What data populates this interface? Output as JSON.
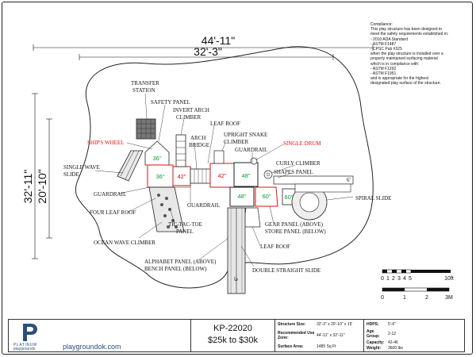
{
  "dimensions": {
    "overall_width": "44'-11\"",
    "structure_width": "32'-3\"",
    "overall_depth": "32'-11\"",
    "structure_depth": "20'-10\""
  },
  "labels": {
    "transfer_station": [
      "TRANSFER",
      "STATION"
    ],
    "safety_panel": "SAFETY PANEL",
    "invert_arch_climber": [
      "INVERT ARCH",
      "CLIMBER"
    ],
    "leaf_roof_top": "LEAF ROOF",
    "ships_wheel": "SHIP'S WHEEL",
    "arch_bridge": [
      "ARCH",
      "BRIDGE"
    ],
    "upright_snake_climber": [
      "UPRIGHT SNAKE",
      "CLIMBER"
    ],
    "single_drum": "SINGLE DRUM",
    "guardrail_top": "GUARDRAIL",
    "curly_climber": "CURLY CLIMBER",
    "shapes_panel": "SHAPES PANEL",
    "single_wave_slide": [
      "SINGLE WAVE",
      "SLIDE"
    ],
    "guardrail_left": "GUARDRAIL",
    "four_leaf_roof": "FOUR LEAF ROOF",
    "guardrail_mid": "GUARDRAIL",
    "tic_tac_toe_panel": [
      "TIC-TAC-TOE",
      "PANEL"
    ],
    "ocean_wave_climber": "OCEAN WAVE CLIMBER",
    "gear_store_panel": [
      "GEAR PANEL (ABOVE)",
      "STORE PANEL (BELOW)"
    ],
    "leaf_roof_bottom": "LEAF ROOF",
    "spiral_slide": "SPIRAL SLIDE",
    "alphabet_bench_panel": [
      "ALPHABET PANEL (ABOVE)",
      "BENCH PANEL (BELOW)"
    ],
    "double_straight_slide": "DOUBLE STRAIGHT SLIDE"
  },
  "deck_heights": [
    "36\"",
    "36\"",
    "42\"",
    "42\"",
    "48\"",
    "48\"",
    "60\"",
    "60\""
  ],
  "slide_marks": [
    "6'",
    "6'"
  ],
  "scale": {
    "feet_ticks": [
      "0",
      "1",
      "2",
      "3",
      "4",
      "5"
    ],
    "feet_end": "10ft",
    "meter_ticks": [
      "0",
      "1",
      "2",
      "3M"
    ]
  },
  "compliance": [
    "Compliance:",
    "This play structure has been designed to",
    "meet the safety requirements established in:",
    "- 2010 ADA Standard",
    "- ASTM F1487",
    "- CPSC Pub #325",
    "when the play structure is installed over a",
    "properly maintained surfacing material",
    "which is in compliance with:",
    "- ASTM F1292",
    "- ASTM F1951",
    "and is appropriate for the highest",
    "designated play surface of the structure."
  ],
  "title_block": {
    "brand_line1": "PLATINUM",
    "brand_line2": "playgrounds",
    "website": "playgroundok.com",
    "model": "KP-22020",
    "price": "$25k to $30k",
    "specs": {
      "structure_size_label": "Structure Size:",
      "structure_size": "32'-3\" x 20'-10\" x 15'",
      "use_zone_label": "Recommended Use Zone:",
      "use_zone": "44'-11\" x 32'-11\"",
      "surface_area_label": "Surface Area:",
      "surface_area": "1485 Sq Ft",
      "hdps_label": "HDPS:",
      "hdps": "5'-6\"",
      "age_group_label": "Age Group:",
      "age_group": "2-12",
      "capacity_label": "Capacity:",
      "capacity": "42-46",
      "weight_label": "Weight:",
      "weight": "3600 lbs"
    }
  },
  "colors": {
    "callout_red": "#d11111",
    "deck_green": "#0b9a2a"
  }
}
